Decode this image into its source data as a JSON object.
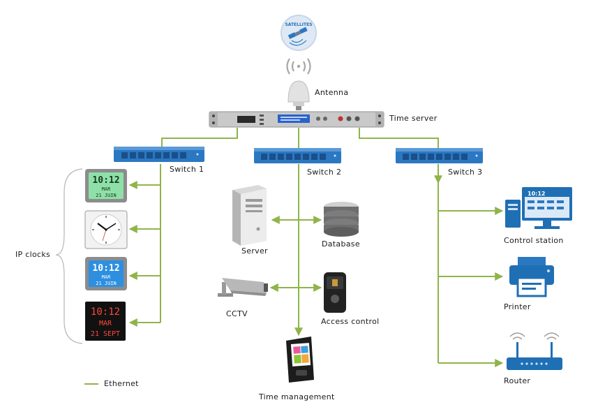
{
  "labels": {
    "satellite": "SATELLITES",
    "antenna": "Antenna",
    "time_server": "Time server",
    "switch_1": "Switch 1",
    "switch_2": "Switch 2",
    "switch_3": "Switch 3",
    "ip_clocks": "IP clocks",
    "server": "Server",
    "database": "Database",
    "cctv": "CCTV",
    "access_control": "Access control",
    "time_management": "Time management",
    "control_station": "Control station",
    "printer": "Printer",
    "router": "Router",
    "ethernet": "Ethernet"
  },
  "clocks": [
    {
      "time": "10:12",
      "day": "MAR",
      "date": "21 JUIN",
      "style": "lcd-green"
    },
    {
      "type": "analog"
    },
    {
      "time": "10:12",
      "day": "MAR",
      "date": "21 JUIN",
      "style": "lcd-blue"
    },
    {
      "time": "10:12",
      "day": "MAR",
      "date": "21 SEPT",
      "style": "led-red"
    }
  ],
  "control_station_time": "10:12",
  "colors": {
    "ethernet": "#8fb44a",
    "switch": "#2b78c2",
    "device_blue": "#1f6fb5",
    "gray": "#9a9a9a"
  }
}
